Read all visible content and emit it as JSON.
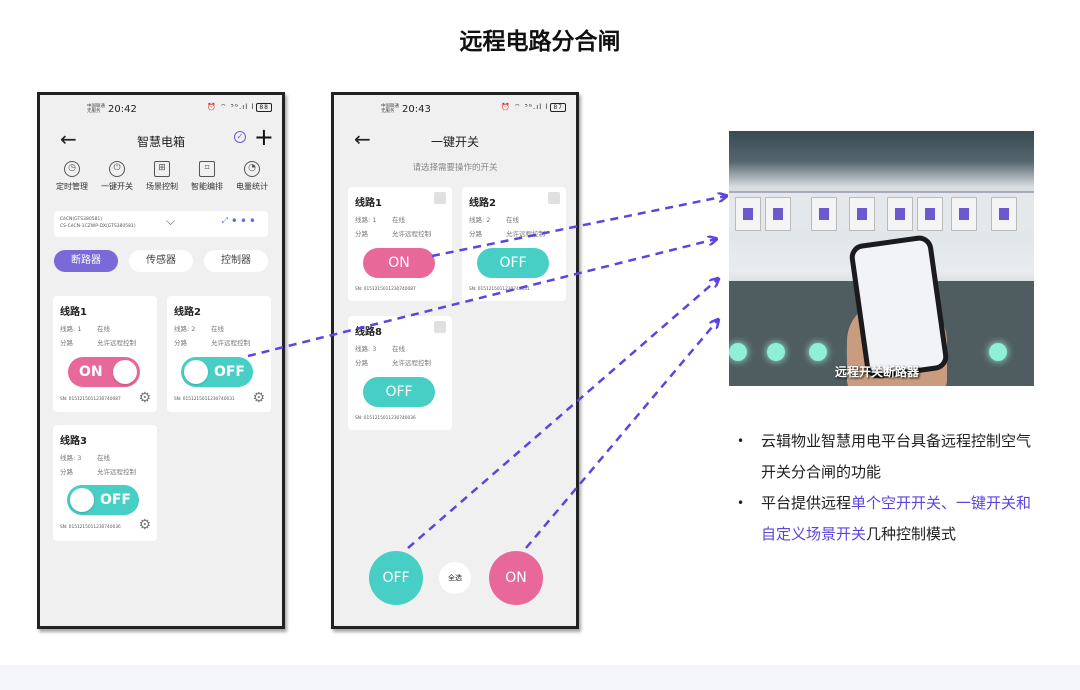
{
  "page_title": "远程电路分合闸",
  "phone1": {
    "carrier": "中国联通\n无服务",
    "time": "20:42",
    "status_icons": "⏰ ⌔ ⁵ᴳ.ıl l",
    "battery": "88",
    "nav_title": "智慧电箱",
    "quick_actions": [
      {
        "label": "定时管理",
        "icon": "◷"
      },
      {
        "label": "一键开关",
        "icon": "⏻"
      },
      {
        "label": "场景控制",
        "icon": "⊞"
      },
      {
        "label": "智能编排",
        "icon": "⌗"
      },
      {
        "label": "电量统计",
        "icon": "◔"
      }
    ],
    "device_line1": "CéCN(GTS380581)",
    "device_line2": "CS-CéCN-1CZWP-DX(GTS380581)",
    "device_chevron": "⌵",
    "device_link": "⤢",
    "device_more": "•••",
    "tabs": [
      "断路器",
      "传感器",
      "控制器"
    ],
    "cards": [
      {
        "title": "线路1",
        "r1a": "线路: 1",
        "r1b": "在线",
        "r2a": "分路",
        "r2b": "允许远程控制",
        "state": "ON",
        "sn": "SN: 0151215011230740087"
      },
      {
        "title": "线路2",
        "r1a": "线路: 2",
        "r1b": "在线",
        "r2a": "分路",
        "r2b": "允许远程控制",
        "state": "OFF",
        "sn": "SN: 0151215011230740031"
      },
      {
        "title": "线路3",
        "r1a": "线路: 3",
        "r1b": "在线",
        "r2a": "分路",
        "r2b": "允许远程控制",
        "state": "OFF",
        "sn": "SN: 0151215011230740036"
      }
    ]
  },
  "phone2": {
    "carrier": "中国联通\n无服务",
    "time": "20:43",
    "status_icons": "⏰ ⌔ ⁵ᴳ.ıl l",
    "battery": "87",
    "nav_title": "一键开关",
    "subtitle": "请选择需要操作的开关",
    "cards": [
      {
        "title": "线路1",
        "r1a": "线路: 1",
        "r1b": "在线",
        "r2a": "分路",
        "r2b": "允许远程控制",
        "state": "ON",
        "sn": "SN: 0151215011230740087"
      },
      {
        "title": "线路2",
        "r1a": "线路: 2",
        "r1b": "在线",
        "r2a": "分路",
        "r2b": "允许远程控制",
        "state": "OFF",
        "sn": "SN: 0151215011230740031"
      },
      {
        "title": "线路8",
        "r1a": "线路: 3",
        "r1b": "在线",
        "r2a": "分路",
        "r2b": "允许远程控制",
        "state": "OFF",
        "sn": "SN: 0151215011230740036"
      }
    ],
    "btn_off": "OFF",
    "btn_all": "全选",
    "btn_on": "ON"
  },
  "photo_caption": "远程开关断路器",
  "bullets": {
    "b1": "云辑物业智慧用电平台具备远程控制空气开关分合闸的功能",
    "b2_pre": "平台提供远程",
    "b2_hl": "单个空开开关、一键开关和自定义场景开关",
    "b2_post": "几种控制模式",
    "dot": "•"
  },
  "colors": {
    "accent": "#7a6ad8",
    "on": "#e8689a",
    "off": "#48cfc5",
    "highlight": "#5b45e0",
    "arrow": "#5b45e0"
  }
}
